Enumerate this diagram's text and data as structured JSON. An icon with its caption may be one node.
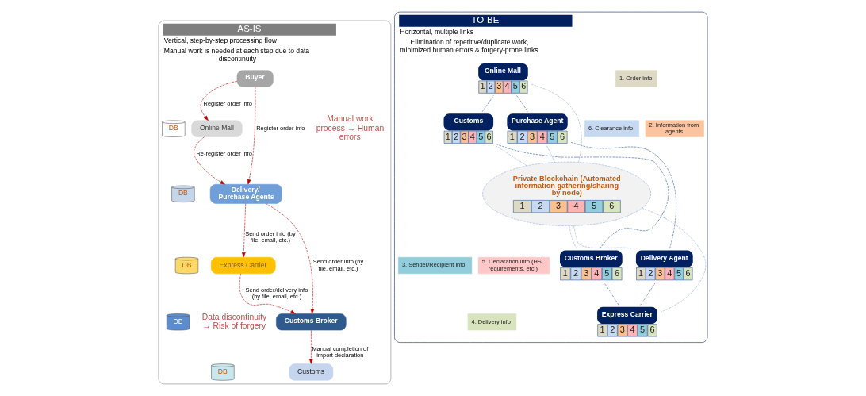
{
  "diagram": {
    "nodes": [
      {
        "text": [
          "AS-IS",
          "Vertical, step-by-step processing flow",
          "Manual work is needed at each step due to data discontinuity"
        ]
      },
      {
        "text": [
          "Buyer"
        ],
        "in": 0
      },
      {
        "text": [
          "Online Mall"
        ],
        "in": 0
      },
      {
        "text": [
          "DB"
        ],
        "in": 0
      },
      {
        "text": [
          "Delivery/ Purchase Agents"
        ],
        "in": 0
      },
      {
        "text": [
          "DB"
        ],
        "in": 0
      },
      {
        "text": [
          "Express Carrier"
        ],
        "in": 0
      },
      {
        "text": [
          "DB"
        ],
        "in": 0
      },
      {
        "text": [
          "Customs Broker"
        ],
        "in": 0
      },
      {
        "text": [
          "DB"
        ],
        "in": 0
      },
      {
        "text": [
          "Customs"
        ],
        "in": 0
      },
      {
        "text": [
          "DB"
        ],
        "in": 0
      },
      {
        "text": [
          "TO-BE",
          "Horizontal, multiple links",
          "Elimination of repetitive/duplicate work, minimized human errors & forgery-prone links"
        ]
      },
      {
        "text": [
          "1. Order info"
        ],
        "in": 12
      },
      {
        "text": [
          "2. Information from agents"
        ],
        "in": 12
      },
      {
        "text": [
          "6. Clearance info"
        ],
        "in": 12
      },
      {
        "text": [
          "Online Mall"
        ],
        "in": 12,
        "beside": [
          "1 2 3 4 5 6"
        ]
      },
      {
        "text": [
          "Customs"
        ],
        "in": 12,
        "beside": [
          "1 2 3 4 5 6"
        ]
      },
      {
        "text": [
          "Purchase Agent"
        ],
        "in": 12,
        "beside": [
          "1 2 3 4 5 6"
        ]
      },
      {
        "text": [
          "Private Blockchain (Automated information gathering/sharing by node)",
          "1 2 3 4 5 6"
        ],
        "in": 12
      },
      {
        "text": [
          "Customs Broker"
        ],
        "in": 12,
        "beside": [
          "1 2 3 4 5 6"
        ]
      },
      {
        "text": [
          "Delivery Agent"
        ],
        "in": 12,
        "beside": [
          "1 2 3 4 5 6"
        ]
      },
      {
        "text": [
          "5. Declaration info (HS, requirements, etc.)"
        ],
        "in": 12
      },
      {
        "text": [
          "3. Sender/Recipient info"
        ],
        "in": 12
      },
      {
        "text": [
          "Express Carrier"
        ],
        "in": 12,
        "beside": [
          "1 2 3 4 5 6"
        ]
      },
      {
        "text": [
          "4. Delivery info"
        ],
        "in": 12
      }
    ],
    "edges": [
      {
        "from": 1,
        "to": 2,
        "arrow": "to",
        "style": "dashed",
        "label": "Register order info"
      },
      {
        "from": 1,
        "to": 4,
        "arrow": "to",
        "style": "dashed",
        "label": "Register order info"
      },
      {
        "from": 2,
        "to": 4,
        "arrow": "to",
        "style": "dashed",
        "label": "Re-register order info"
      },
      {
        "from": 4,
        "to": 6,
        "arrow": "to",
        "style": "dashed",
        "label": "Send order info (by file, email, etc.)"
      },
      {
        "from": 4,
        "to": 8,
        "arrow": "to",
        "style": "dashed",
        "label": "Send order info (by file, email, etc.)"
      },
      {
        "from": 6,
        "to": 8,
        "arrow": "to",
        "style": "dashed",
        "label": "Send order/delivery info (by file, email, etc.)"
      },
      {
        "from": 8,
        "to": 10,
        "arrow": "to",
        "style": "dashed",
        "label": "Manual completion of import declaration"
      },
      {
        "from": 16,
        "to": 18,
        "arrow": "none",
        "style": "dashed",
        "color": "#2f5597"
      },
      {
        "from": 18,
        "to": 21,
        "arrow": "none",
        "style": "dashed",
        "color": "#2f5597"
      },
      {
        "from": 21,
        "to": 24,
        "arrow": "none",
        "style": "dashed",
        "color": "#2f5597"
      },
      {
        "from": 24,
        "to": 20,
        "arrow": "none",
        "style": "dashed",
        "color": "#2f5597"
      },
      {
        "from": 20,
        "to": 17,
        "arrow": "none",
        "style": "dashed",
        "color": "#2f5597"
      },
      {
        "from": 17,
        "to": 16,
        "arrow": "none",
        "style": "dashed",
        "color": "#2f5597"
      },
      {
        "from": 19,
        "to": 16,
        "arrow": "none",
        "style": "dashed",
        "color": "#8faadc"
      },
      {
        "from": 19,
        "to": 18,
        "arrow": "none",
        "style": "dashed",
        "color": "#8faadc"
      },
      {
        "from": 19,
        "to": 21,
        "arrow": "none",
        "style": "dashed",
        "color": "#8faadc"
      },
      {
        "from": 19,
        "to": 24,
        "arrow": "none",
        "style": "dashed",
        "color": "#8faadc"
      },
      {
        "from": 19,
        "to": 20,
        "arrow": "none",
        "style": "dashed",
        "color": "#8faadc"
      },
      {
        "from": 19,
        "to": 17,
        "arrow": "none",
        "style": "dashed",
        "color": "#8faadc"
      }
    ],
    "labels": [
      "Manual work process → Human errors",
      "Data discontinuity → Risk of forgery"
    ]
  }
}
